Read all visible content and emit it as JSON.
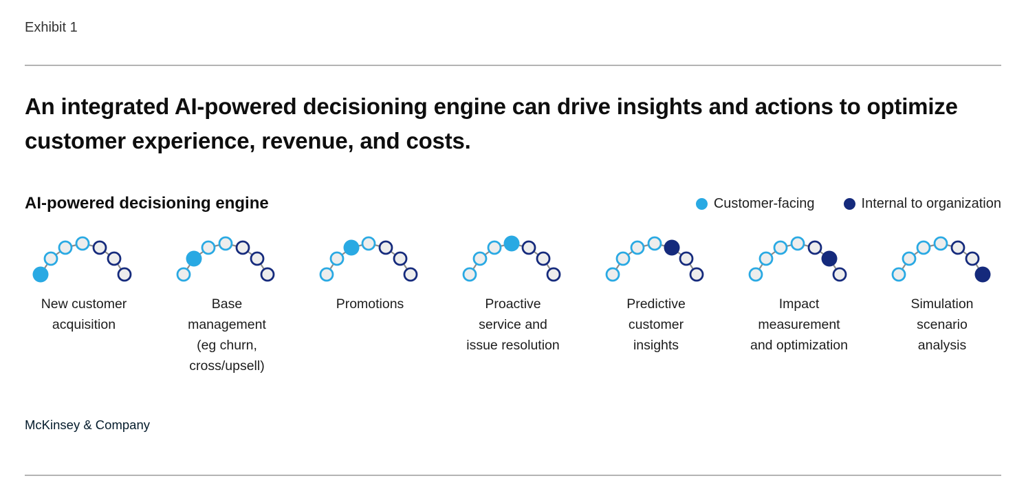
{
  "exhibit_label": "Exhibit 1",
  "title": "An integrated AI-powered decisioning engine can drive insights and actions to optimize customer experience, revenue, and costs.",
  "section_heading": "AI-powered decisioning engine",
  "legend": {
    "items": [
      {
        "label": "Customer-facing",
        "color": "#29a9e3"
      },
      {
        "label": "Internal to organization",
        "color": "#152a7c"
      }
    ]
  },
  "colors": {
    "customer_facing": "#29a9e3",
    "internal": "#152a7c",
    "node_fill": "#ededed",
    "connector": "#8c8c8c"
  },
  "arc": {
    "node_count": 7,
    "customer_facing_node_count": 4
  },
  "stages": [
    {
      "label": "New customer\nacquisition",
      "active_node": 1
    },
    {
      "label": "Base\nmanagement\n(eg churn,\ncross/upsell)",
      "active_node": 2
    },
    {
      "label": "Promotions",
      "active_node": 3
    },
    {
      "label": "Proactive\nservice and\nissue resolution",
      "active_node": 4
    },
    {
      "label": "Predictive\ncustomer\ninsights",
      "active_node": 5
    },
    {
      "label": "Impact\nmeasurement\nand optimization",
      "active_node": 6
    },
    {
      "label": "Simulation\nscenario\nanalysis",
      "active_node": 7
    }
  ],
  "footer": "McKinsey & Company"
}
